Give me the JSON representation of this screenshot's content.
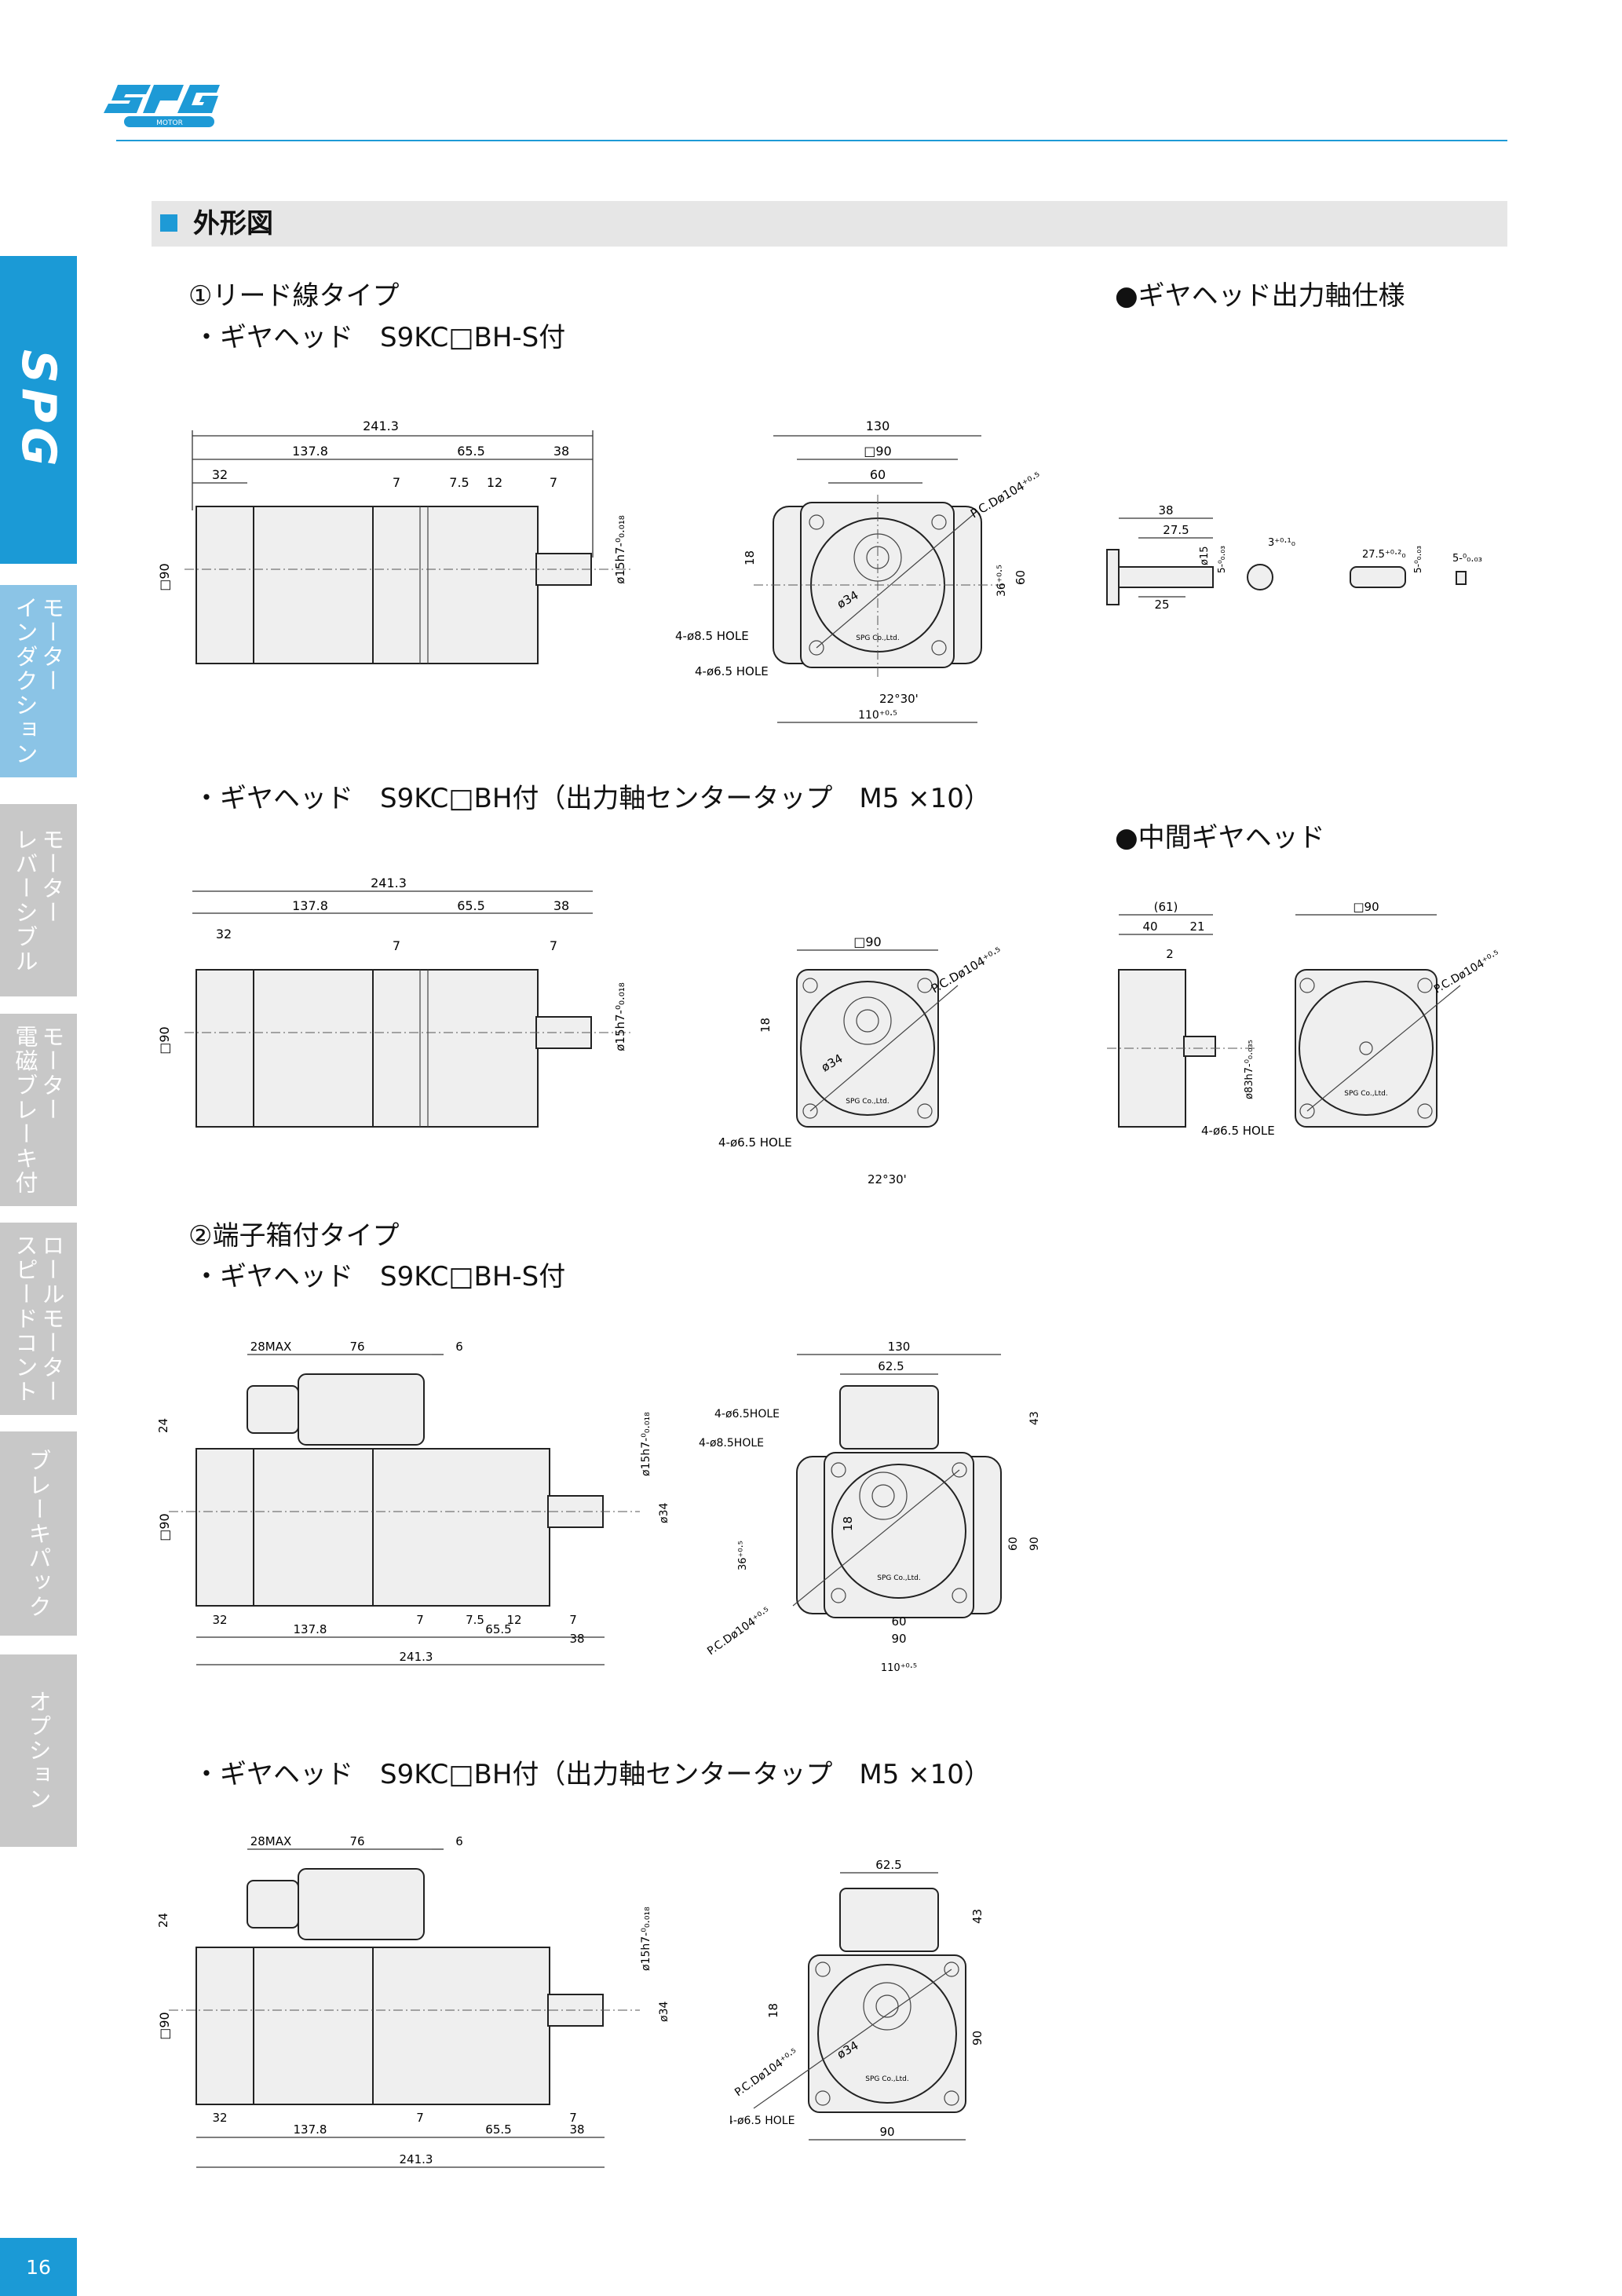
{
  "header": {
    "logo_text": "SPG",
    "logo_sub": "MOTOR"
  },
  "section_title": "外形図",
  "sidebar": {
    "logo": "SPG",
    "tabs": [
      {
        "label": "モーター\nインダクション",
        "active": true
      },
      {
        "label": "モーター\nレバーシブル"
      },
      {
        "label": "モーター\n電磁ブレーキ付"
      },
      {
        "label": "ロールモーター\nスピードコント"
      },
      {
        "label": "ブレーキパック"
      },
      {
        "label": "オプション"
      }
    ]
  },
  "headings": {
    "lead_type": "①リード線タイプ",
    "lead_s": "・ギヤヘッド　S9KC□BH-S付",
    "lead_bh": "・ギヤヘッド　S9KC□BH付（出力軸センタータップ　M5 ×10）",
    "shaft_spec": "●ギヤヘッド出力軸仕様",
    "mid_gear": "●中間ギヤヘッド",
    "terminal_type": "②端子箱付タイプ",
    "term_s": "・ギヤヘッド　S9KC□BH-S付",
    "term_bh": "・ギヤヘッド　S9KC□BH付（出力軸センタータップ　M5 ×10）"
  },
  "dims": {
    "total": "241.3",
    "motor": "137.8",
    "gear": "65.5",
    "shaft": "38",
    "d32": "32",
    "d7": "7",
    "d7_5": "7.5",
    "d12": "12",
    "sq90": "□90",
    "shaft_dia": "ø15h7-⁰₀.₀₁₈",
    "dia34": "ø34",
    "w130": "130",
    "w60": "60",
    "w18": "18",
    "w36": "36⁺⁰·⁵",
    "w110": "110⁺⁰·⁵",
    "pcd": "P.C.Dø104⁺⁰·⁵",
    "hole85": "4-ø8.5 HOLE",
    "hole65": "4-ø6.5 HOLE",
    "ang": "22°30'",
    "w90": "90",
    "w62_5": "62.5",
    "w43": "43",
    "w24": "24",
    "max28": "28MAX",
    "w76": "76",
    "w6": "6",
    "hole65b": "4-ø6.5HOLE",
    "hole85b": "4-ø8.5HOLE",
    "s38": "38",
    "s27_5": "27.5",
    "s25": "25",
    "s15": "ø15",
    "s5": "5-⁰₀.₀₃",
    "s3": "3⁺⁰·¹₀",
    "s27_5b": "27.5⁺⁰·²₀",
    "s5b": "5-⁰₀.₀₃",
    "s5c": "5-⁰₀.₀₃",
    "m61": "(61)",
    "m40": "40",
    "m21": "21",
    "m2": "2",
    "m83": "ø83h7-⁰₀.₀₃₅",
    "stamp": "SPG Co.,Ltd."
  },
  "page_number": "16"
}
